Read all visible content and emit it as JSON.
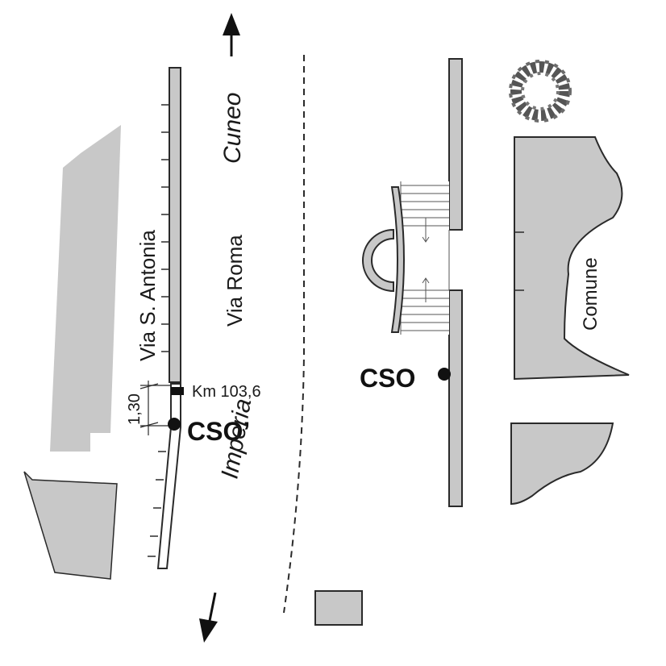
{
  "labels": {
    "direction_north": "Cuneo",
    "direction_south": "Imperia",
    "street_left": "Via S. Antonia",
    "street_main": "Via Roma",
    "building": "Comune",
    "km_marker": "Km 103,6",
    "offset": "1,30",
    "station_main": "CSO",
    "station_alt": "CSO’"
  },
  "colors": {
    "fill": "#c8c8c8",
    "stroke": "#2a2a2a",
    "text": "#1a1a1a"
  },
  "icons": {
    "tree": "tree-canopy-icon",
    "arrow_north": "arrow-up-icon",
    "arrow_south": "arrow-down-icon"
  }
}
